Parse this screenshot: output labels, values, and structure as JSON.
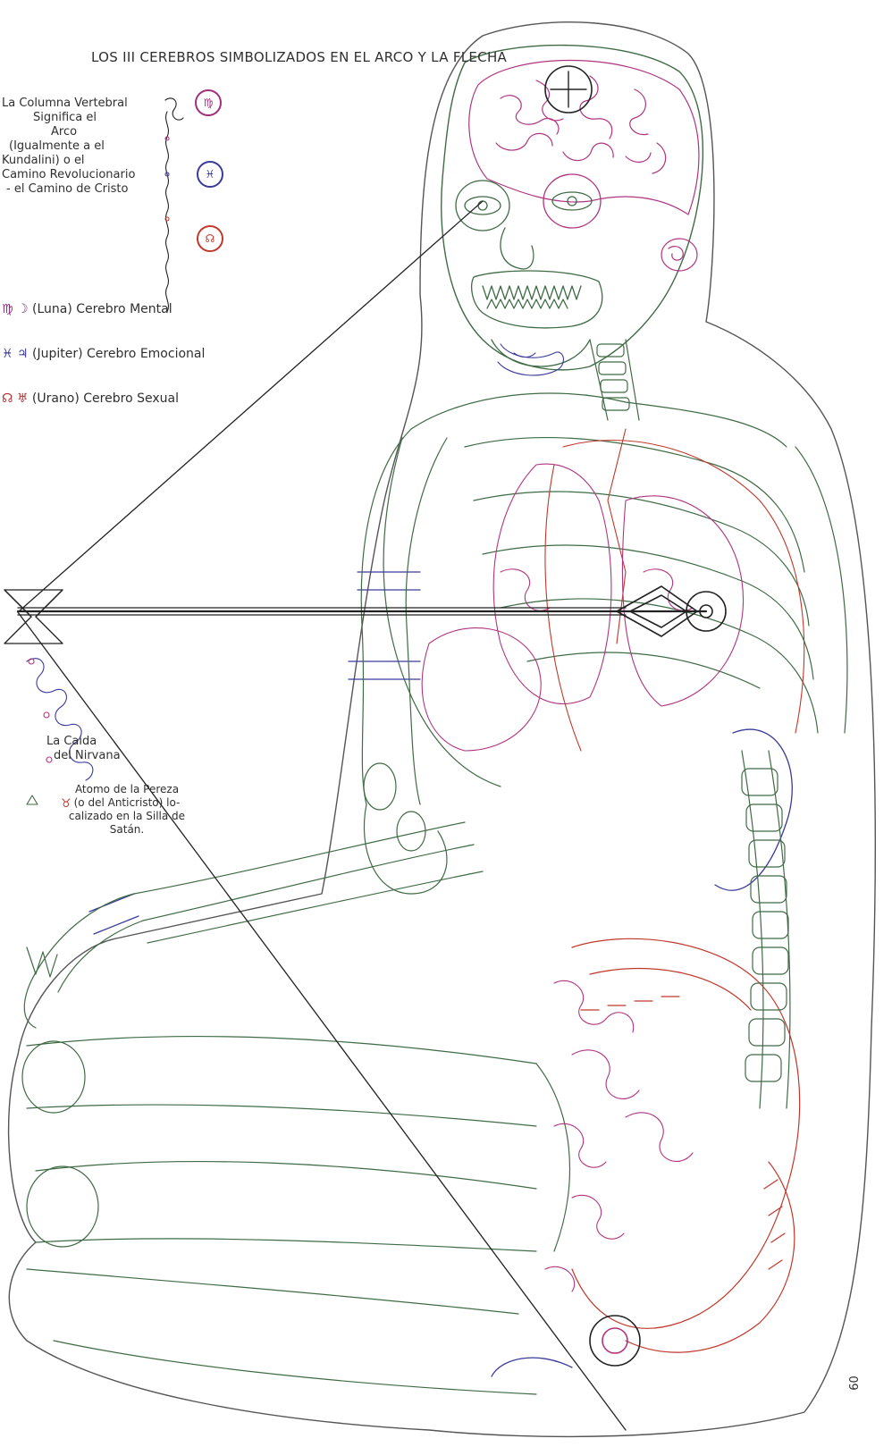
{
  "title": "LOS III CEREBROS SIMBOLIZADOS EN EL ARCO Y LA FLECHA",
  "legend": {
    "spine_text": [
      "La Columna Vertebral",
      "Significa el",
      "Arco",
      "(Igualmente a el",
      "Kundalini) o el",
      "Camino Revolucionario",
      "- el Camino de Cristo"
    ],
    "badges": [
      {
        "glyph": "♍",
        "color": "#a0307a"
      },
      {
        "glyph": "♓",
        "color": "#3a3a9a"
      },
      {
        "glyph": "☊",
        "color": "#c0392b"
      }
    ]
  },
  "brains": [
    {
      "symbols": "♍ ☽",
      "text": "(Luna) Cerebro Mental",
      "color": "#8a3080"
    },
    {
      "symbols": "♓ ♃",
      "text": "(Jupiter) Cerebro Emocional",
      "color": "#3a3a9a"
    },
    {
      "symbols": "☊ ♅",
      "text": "(Urano) Cerebro Sexual",
      "color": "#b03030"
    }
  ],
  "caida": [
    "La Caida",
    "del Nirvana"
  ],
  "atomo": [
    "Atomo de la Pereza",
    "(o del Anticristo) lo-",
    "calizado en la Silla de",
    "Satán."
  ],
  "page_number": "60",
  "colors": {
    "green": "#3f6b45",
    "red": "#c0392b",
    "magenta": "#b0357f",
    "blue": "#3b3b9c",
    "black": "#222222"
  }
}
